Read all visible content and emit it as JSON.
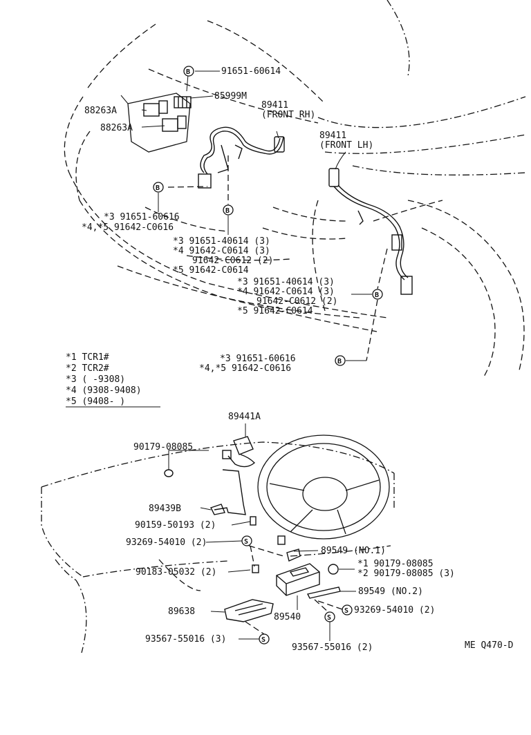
{
  "labels": {
    "l91651_60614": "91651-60614",
    "l85999m": "85999M",
    "l88263a_1": "88263A",
    "l88263a_2": "88263A",
    "l89411_rh": "89411",
    "l89411_rh_sub": "(FRONT RH)",
    "l89411_lh": "89411",
    "l89411_lh_sub": "(FRONT LH)",
    "l3_91651_60616": "*3  91651-60616",
    "l45_91642_c0616": "*4,*5  91642-C0616",
    "g1_1": "*3  91651-40614 (3)",
    "g1_2": "*4  91642-C0614 (3)",
    "g1_3": "91642-C0612 (2)",
    "g1_4": "*5  91642-C0614",
    "g2_1": "*3  91651-40614 (3)",
    "g2_2": "*4  91642-C0614 (3)",
    "g2_3": "91642-C0612 (2)",
    "g2_4": "*5  91642-C0614",
    "b3_91651_60616": "*3  91651-60616",
    "b45_91642_c0616": "*4,*5  91642-C0616",
    "l89441a": "89441A",
    "l90179_08085_a": "90179-08085",
    "l89439b": "89439B",
    "l90159_50193": "90159-50193 (2)",
    "l93269_54010_a": "93269-54010 (2)",
    "l90183_05032": "90183-05032 (2)",
    "l89549_no1": "89549 (NO.1)",
    "l1_90179_08085": "*1  90179-08085",
    "l2_90179_08085": "*2  90179-08085 (3)",
    "l89549_no2": "89549 (NO.2)",
    "l89638": "89638",
    "l89540": "89540",
    "l93269_54010_b": "93269-54010 (2)",
    "l93567_55016_a": "93567-55016 (3)",
    "l93567_55016_b": "93567-55016 (2)",
    "code": "ME Q470-D"
  },
  "legend": {
    "r1": "*1  TCR1#",
    "r2": "*2  TCR2#",
    "r3": "*3  (      -9308)",
    "r4": "*4  (9308-9408)",
    "r5": "*5  (9408-      )"
  },
  "symbols": {
    "bolt": "B",
    "screw": "S"
  }
}
